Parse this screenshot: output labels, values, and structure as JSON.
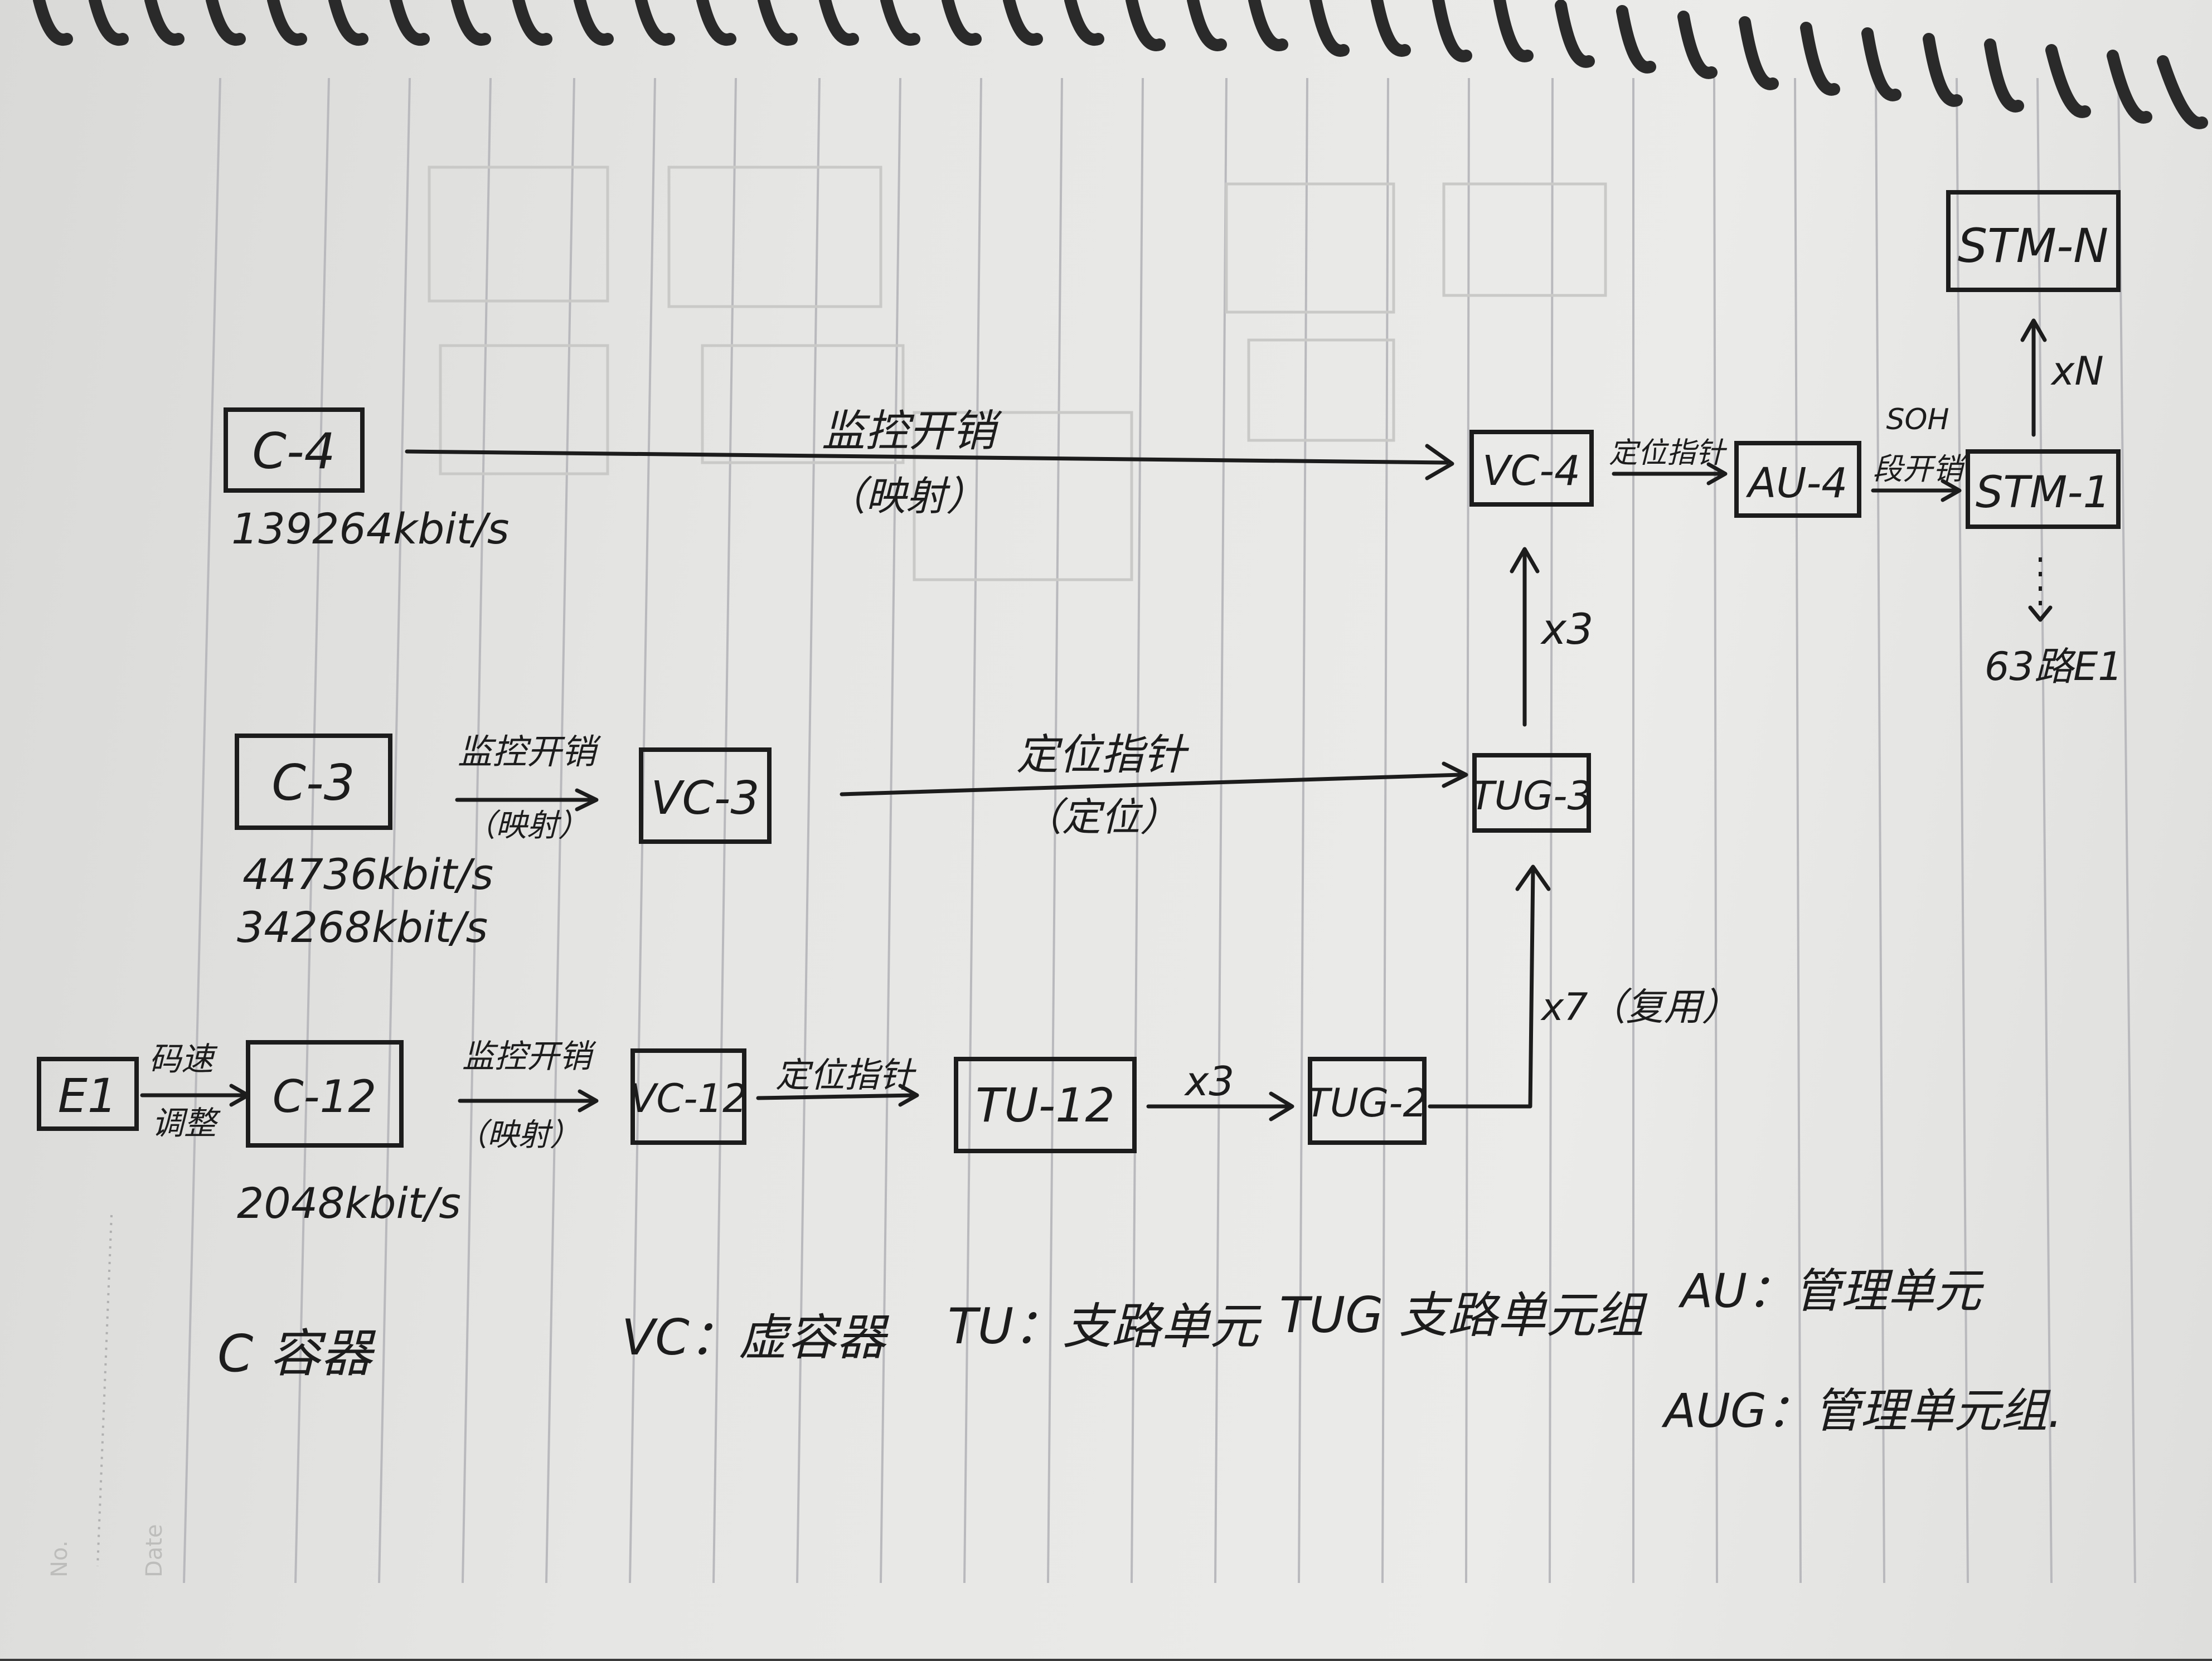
{
  "diagram": {
    "nodes": {
      "c4": "C-4",
      "c3": "C-3",
      "c12": "C-12",
      "e1": "E1",
      "vc4": "VC-4",
      "vc3": "VC-3",
      "vc12": "VC-12",
      "tu12": "TU-12",
      "tug2": "TUG-2",
      "tug3": "TUG-3",
      "au4": "AU-4",
      "stm1": "STM-1",
      "stmn": "STM-N"
    },
    "rates": {
      "c4": "139264kbit/s",
      "c3_a": "44736kbit/s",
      "c3_b": "34268kbit/s",
      "c12": "2048kbit/s"
    },
    "edge_labels": {
      "c4_vc4_top": "监控开销",
      "c4_vc4_bottom": "（映射）",
      "c3_vc3_top": "监控开销",
      "c3_vc3_bottom": "（映射）",
      "vc3_tug3_top": "定位指针",
      "vc3_tug3_bottom": "（定位）",
      "e1_c12_top": "码速",
      "e1_c12_bottom": "调整",
      "c12_vc12_top": "监控开销",
      "c12_vc12_bottom": "（映射）",
      "vc12_tu12": "定位指针",
      "tu12_tug2": "x3",
      "tug2_tug3": "x7（复用）",
      "tug3_vc4": "x3",
      "vc4_au4": "定位指针",
      "au4_stm1_top": "SOH",
      "au4_stm1_bottom": "段开销",
      "stm1_stmn": "xN",
      "stm1_note": "63路E1"
    },
    "legend": {
      "c": "C 容器",
      "vc": "VC：虚容器",
      "tu": "TU：支路单元",
      "tug": "TUG 支路单元组",
      "au": "AU：管理单元",
      "aug": "AUG：管理单元组."
    },
    "margin_labels": {
      "no": "No.",
      "date": "Date"
    }
  }
}
